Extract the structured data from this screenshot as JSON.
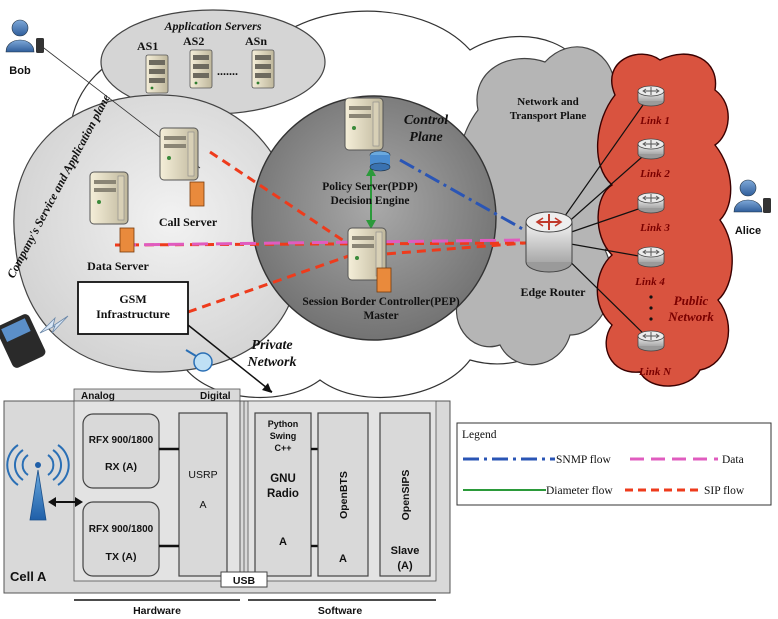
{
  "groups": {
    "app_servers": "Application Servers",
    "company_plane": "Company's Service and Application plane",
    "control_plane": "Control Plane",
    "private_network": "Private Network",
    "network_transport": "Network and Transport Plane",
    "public_network": "Public Network"
  },
  "app_servers": [
    "AS1",
    "AS2",
    "ASn"
  ],
  "app_ellipsis": ".......",
  "nodes": {
    "bob": "Bob",
    "alice": "Alice",
    "call_server": "Call Server",
    "data_server": "Data Server",
    "gsm_infra_line1": "GSM",
    "gsm_infra_line2": "Infrastructure",
    "pdp_line1": "Policy Server(PDP)",
    "pdp_line2": "Decision Engine",
    "sbc_line1": "Session Border Controller(PEP)",
    "sbc_line2": "Master",
    "edge_router": "Edge Router"
  },
  "links": [
    "Link 1",
    "Link 2",
    "Link 3",
    "Link 4",
    "Link N"
  ],
  "cell": {
    "name": "Cell A",
    "analog": "Analog",
    "digital": "Digital",
    "rx_line1": "RFX 900/1800",
    "rx_line2": "RX (A)",
    "tx_line1": "RFX 900/1800",
    "tx_line2": "TX (A)",
    "usrp_line1": "USRP",
    "usrp_line2": "A",
    "python_line1": "Python",
    "python_line2": "Swing",
    "python_line3": "C++",
    "gnu_line1": "GNU",
    "gnu_line2": "Radio",
    "gnu_line3": "A",
    "openbts": "OpenBTS",
    "openbts_sub": "A",
    "opensips": "OpenSIPS",
    "opensips_sub1": "Slave",
    "opensips_sub2": "(A)",
    "usb": "USB",
    "hardware": "Hardware",
    "software": "Software"
  },
  "legend": {
    "title": "Legend",
    "snmp": "SNMP flow",
    "data": "Data",
    "diameter": "Diameter flow",
    "sip": "SIP flow"
  },
  "colors": {
    "snmp": "#2a55b5",
    "data": "#e05cbf",
    "diameter": "#2b9a3a",
    "sip": "#ee3b1c",
    "public_network_fill": "#d9533f",
    "control_plane_fill": "#8c8c8c",
    "cloud_gray": "#b5b5b5"
  }
}
